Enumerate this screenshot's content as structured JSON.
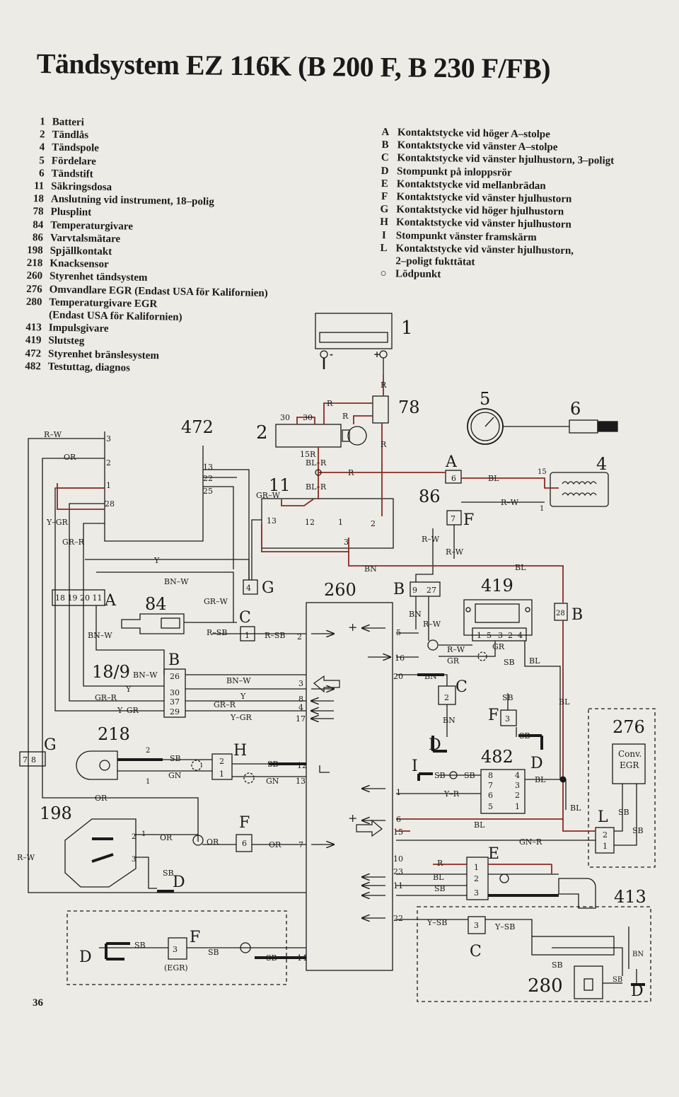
{
  "title": "Tändsystem EZ 116K (B 200 F, B 230 F/FB)",
  "page_number": "36",
  "colors": {
    "wire_dark": "#1a1a1a",
    "wire_red": "#8b2a22",
    "paper": "#ecebe6"
  },
  "legend_components": [
    {
      "num": "1",
      "name": "Batteri"
    },
    {
      "num": "2",
      "name": "Tändlås"
    },
    {
      "num": "4",
      "name": "Tändspole"
    },
    {
      "num": "5",
      "name": "Fördelare"
    },
    {
      "num": "6",
      "name": "Tändstift"
    },
    {
      "num": "11",
      "name": "Säkringsdosa"
    },
    {
      "num": "18",
      "name": "Anslutning vid instrument, 18–polig"
    },
    {
      "num": "78",
      "name": "Plusplint"
    },
    {
      "num": "84",
      "name": "Temperaturgivare"
    },
    {
      "num": "86",
      "name": "Varvtalsmätare"
    },
    {
      "num": "198",
      "name": "Spjällkontakt"
    },
    {
      "num": "218",
      "name": "Knacksensor"
    },
    {
      "num": "260",
      "name": "Styrenhet tändsystem"
    },
    {
      "num": "276",
      "name": "Omvandlare EGR (Endast USA för Kalifornien)"
    },
    {
      "num": "280",
      "name": "Temperaturgivare EGR"
    },
    {
      "num": "",
      "name": "(Endast USA för Kalifornien)"
    },
    {
      "num": "413",
      "name": "Impulsgivare"
    },
    {
      "num": "419",
      "name": "Slutsteg"
    },
    {
      "num": "472",
      "name": "Styrenhet bränslesystem"
    },
    {
      "num": "482",
      "name": "Testuttag, diagnos"
    }
  ],
  "legend_connectors": [
    {
      "letter": "A",
      "name": "Kontaktstycke vid höger A–stolpe"
    },
    {
      "letter": "B",
      "name": "Kontaktstycke vid vänster A–stolpe"
    },
    {
      "letter": "C",
      "name": "Kontaktstycke vid vänster hjulhustorn, 3–poligt"
    },
    {
      "letter": "D",
      "name": "Stompunkt på inloppsrör"
    },
    {
      "letter": "E",
      "name": "Kontaktstycke vid mellanbrädan"
    },
    {
      "letter": "F",
      "name": "Kontaktstycke vid vänster hjulhustorn"
    },
    {
      "letter": "G",
      "name": "Kontaktstycke vid höger hjulhustorn"
    },
    {
      "letter": "H",
      "name": "Kontaktstycke vid vänster hjulhustorn"
    },
    {
      "letter": "I",
      "name": "Stompunkt vänster framskärm"
    },
    {
      "letter": "L",
      "name": "Kontaktstycke vid vänster hjulhustorn,"
    },
    {
      "letter": "",
      "name": "2–poligt fukttätat"
    },
    {
      "letter": "○",
      "name": "Lödpunkt"
    }
  ],
  "diagram": {
    "components": {
      "c1": "1",
      "c2": "2",
      "c4": "4",
      "c5": "5",
      "c6": "6",
      "c11": "11",
      "c78": "78",
      "c84": "84",
      "c86": "86",
      "c198": "198",
      "c218": "218",
      "c260": "260",
      "c276": "276",
      "c280": "280",
      "c413": "413",
      "c419": "419",
      "c472": "472",
      "c482": "482",
      "c18_9": "18/9"
    },
    "connectors": {
      "A": "A",
      "B": "B",
      "C": "C",
      "D": "D",
      "E": "E",
      "F": "F",
      "G": "G",
      "H": "H",
      "I": "I",
      "L": "L"
    },
    "wire_labels": {
      "R": "R",
      "RW": "R–W",
      "OR": "OR",
      "YGR": "Y–GR",
      "GRR": "GR–R",
      "Y": "Y",
      "BNW": "BN–W",
      "GRW": "GR–W",
      "RSB": "R–SB",
      "BLR": "BL–R",
      "BL": "BL",
      "BN": "BN",
      "SB": "SB",
      "GN": "GN",
      "GR": "GR",
      "GNR": "GN–R",
      "YSB": "Y–SB",
      "YR": "Y–R",
      "R15": "15R",
      "t30": "30",
      "t15": "15",
      "t1": "1"
    },
    "pins": {
      "p3": "3",
      "p2": "2",
      "p1": "1",
      "p28": "28",
      "p13": "13",
      "p22": "22",
      "p25": "25",
      "p12": "12",
      "p5": "5",
      "p16": "16",
      "p20": "20",
      "p8": "8",
      "p4": "4",
      "p17": "17",
      "p6": "6",
      "p15": "15",
      "p10": "10",
      "p23": "23",
      "p11": "11",
      "p7": "7",
      "p14": "14",
      "p26": "26",
      "p30": "30",
      "p37": "37",
      "p29": "29",
      "p9": "9",
      "p27": "27",
      "conn_A_row": "18 19 20 11"
    },
    "misc": {
      "conv_egr_1": "Conv.",
      "conv_egr_2": "EGR",
      "egr_note": "(EGR)",
      "batt_minus": "-",
      "batt_plus": "+",
      "plus_sign": "+"
    }
  }
}
